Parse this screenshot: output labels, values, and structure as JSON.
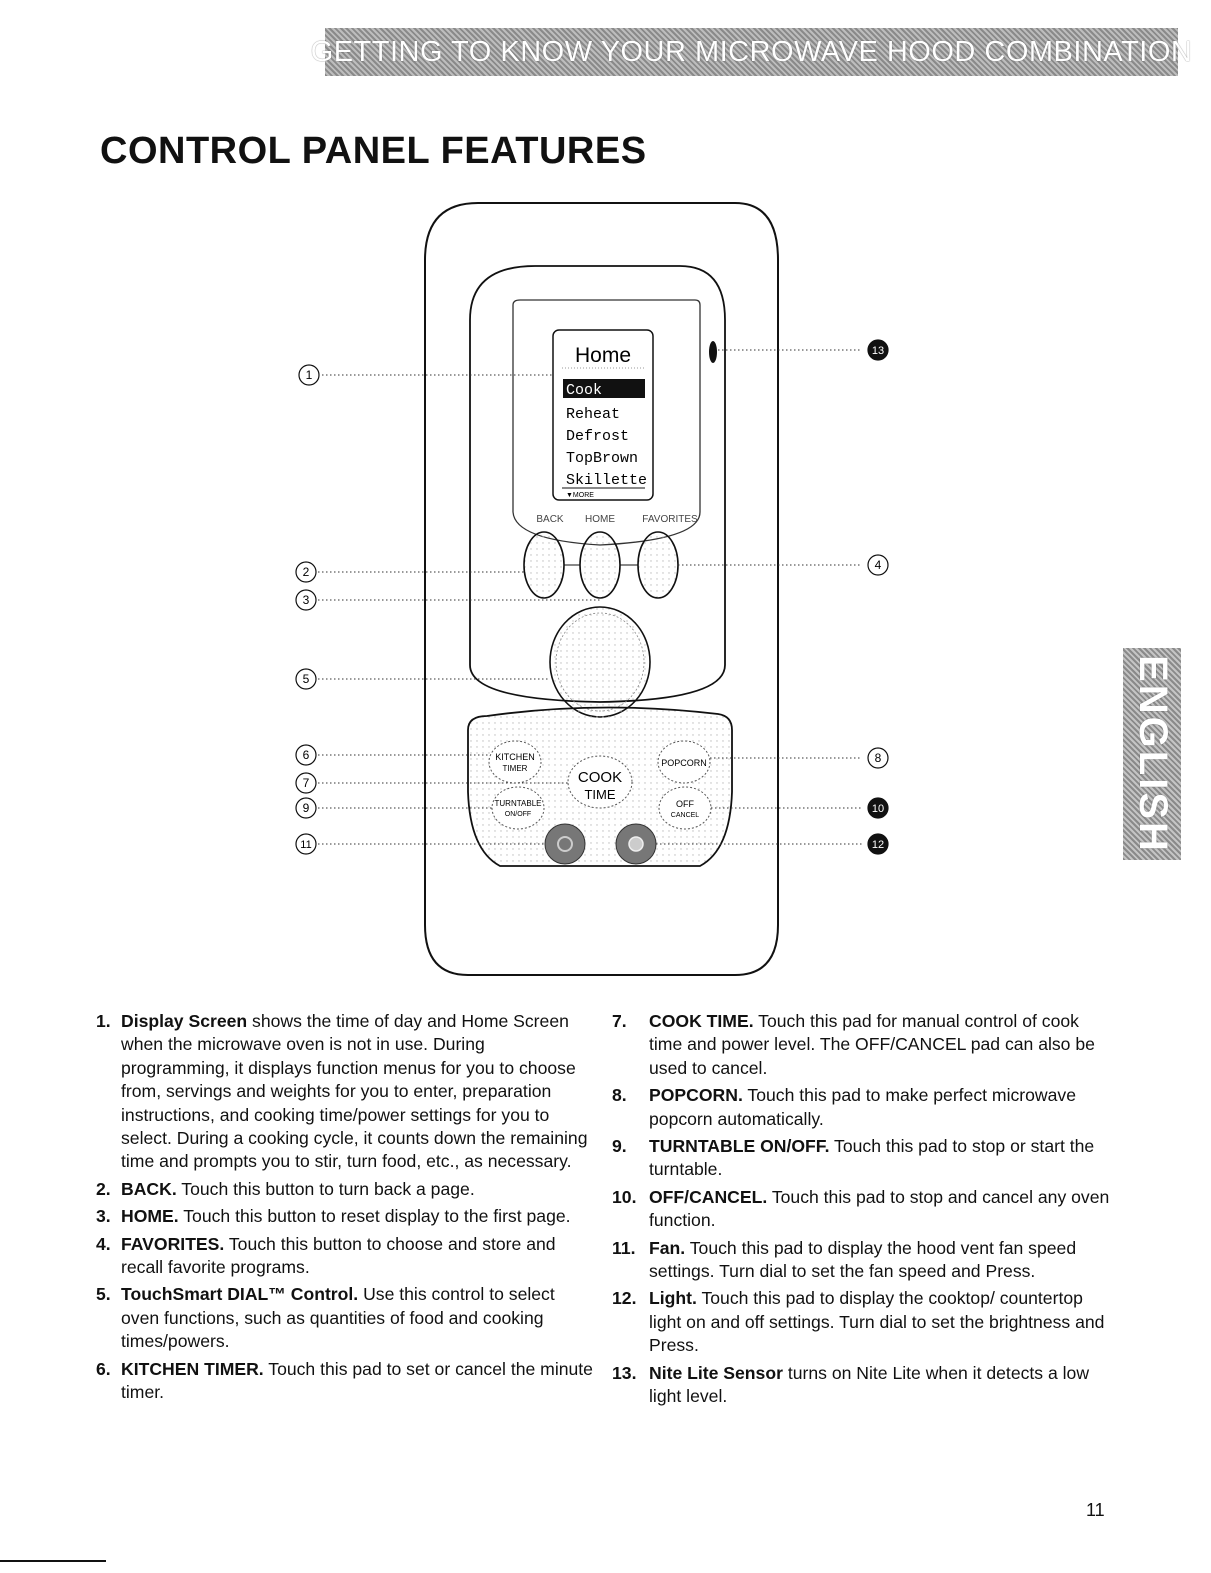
{
  "header": {
    "banner": "GETTING TO KNOW YOUR MICROWAVE HOOD COMBINATION",
    "title": "CONTROL PANEL FEATURES"
  },
  "side_tab": "ENGLISH",
  "diagram": {
    "screen_title": "Home",
    "menu": [
      "Cook",
      "Reheat",
      "Defrost",
      "TopBrown",
      "Skillette"
    ],
    "more": "▼MORE",
    "button_labels": {
      "back": "BACK",
      "home": "HOME",
      "favorites": "FAVORITES"
    },
    "pads": {
      "kitchen_timer_1": "KITCHEN",
      "kitchen_timer_2": "TIMER",
      "cook_time_1": "COOK",
      "cook_time_2": "TIME",
      "popcorn": "POPCORN",
      "turntable_1": "TURNTABLE",
      "turntable_2": "ON/OFF",
      "off_1": "OFF",
      "off_2": "CANCEL"
    },
    "callouts": [
      "1",
      "2",
      "3",
      "4",
      "5",
      "6",
      "7",
      "8",
      "9",
      "10",
      "11",
      "12",
      "13"
    ]
  },
  "left_items": [
    {
      "num": "1.",
      "term": "Display Screen",
      "text": " shows the time of day and Home Screen when the microwave oven is not in use. During programming, it displays function menus for you to choose from, servings and weights for you to enter, preparation instructions, and cooking time/power settings for you to select. During a cooking cycle, it counts down the remaining time and prompts you to stir, turn food, etc., as necessary."
    },
    {
      "num": "2.",
      "term": "BACK.",
      "text": " Touch this button to turn back a page."
    },
    {
      "num": "3.",
      "term": "HOME.",
      "text": " Touch this button to reset display to the first page."
    },
    {
      "num": "4.",
      "term": "FAVORITES.",
      "text": " Touch this button to choose and store and recall favorite programs."
    },
    {
      "num": "5.",
      "term": "TouchSmart DIAL™ Control.",
      "text": " Use this control to select oven functions, such as quantities of food and cooking times/powers."
    },
    {
      "num": "6.",
      "term": "KITCHEN TIMER.",
      "text": " Touch this pad to set or cancel the minute timer."
    }
  ],
  "right_items": [
    {
      "num": "7.",
      "term": "COOK TIME.",
      "text": " Touch this pad for manual control of cook time and power level. The OFF/CANCEL pad can also be used to cancel."
    },
    {
      "num": "8.",
      "term": "POPCORN.",
      "text": " Touch this pad to make perfect microwave popcorn automatically."
    },
    {
      "num": "9.",
      "term": "TURNTABLE ON/OFF.",
      "text": " Touch this pad to stop or start the turntable."
    },
    {
      "num": "10.",
      "term": "OFF/CANCEL.",
      "text": " Touch this pad to stop and cancel any oven function."
    },
    {
      "num": "11.",
      "term": "Fan.",
      "text": " Touch this pad to display the hood vent fan speed settings. Turn dial to set the fan speed and Press."
    },
    {
      "num": "12.",
      "term": "Light.",
      "text": " Touch this pad to display the cooktop/ countertop light on and off settings. Turn dial to set the brightness and Press."
    },
    {
      "num": "13.",
      "term": "Nite Lite Sensor",
      "text": " turns on Nite Lite when it detects a low light level."
    }
  ],
  "page_number": "11"
}
